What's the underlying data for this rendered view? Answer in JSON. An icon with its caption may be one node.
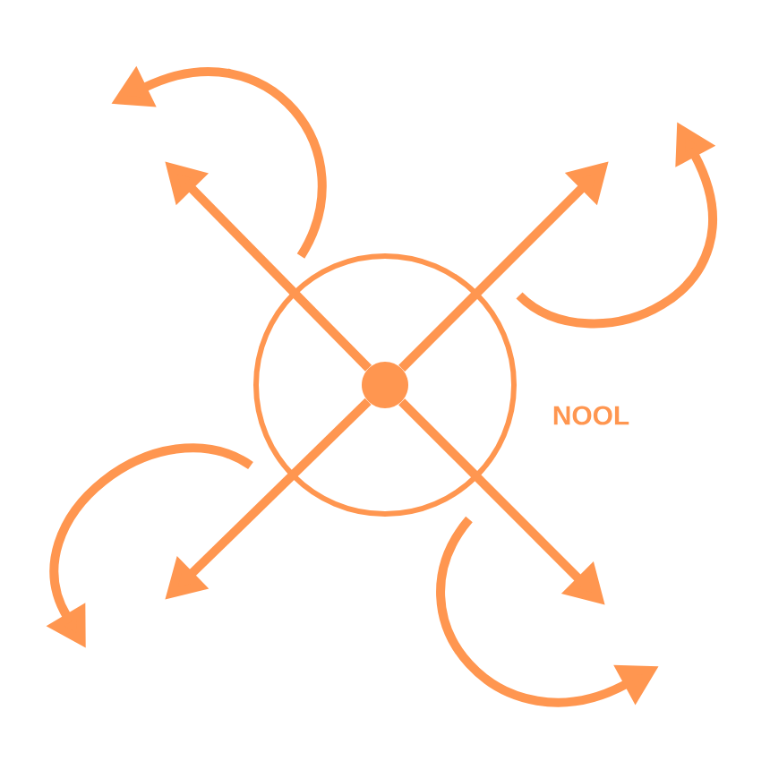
{
  "diagram": {
    "nodes": [
      {
        "text": [],
        "shape": "circle"
      },
      {
        "text": [],
        "shape": "circle",
        "in": 0
      }
    ],
    "edges": [
      {
        "from": 1,
        "to": null,
        "arrow": "to"
      },
      {
        "from": 1,
        "to": null,
        "arrow": "to"
      },
      {
        "from": 1,
        "to": null,
        "arrow": "to"
      },
      {
        "from": 1,
        "to": null,
        "arrow": "to"
      }
    ],
    "labels": [
      "NOOL"
    ]
  }
}
